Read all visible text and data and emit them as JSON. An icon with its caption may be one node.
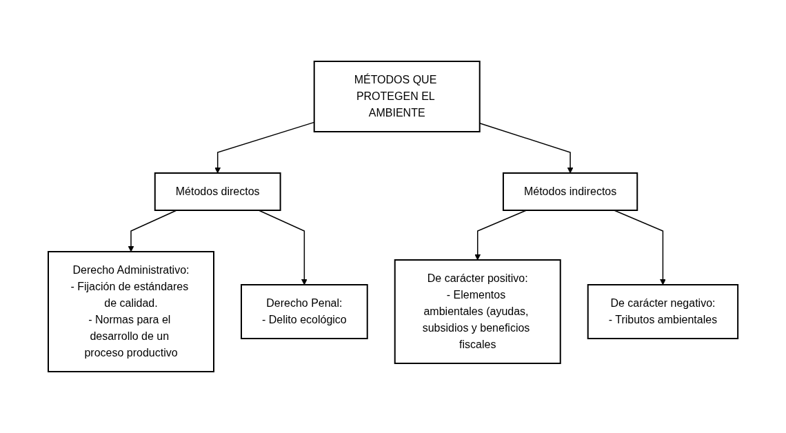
{
  "diagram": {
    "nodes": [
      {
        "text": [
          "MÉTODOS QUE PROTEGEN EL AMBIENTE"
        ]
      },
      {
        "text": [
          "Métodos directos"
        ]
      },
      {
        "text": [
          "Métodos indirectos"
        ]
      },
      {
        "text": [
          "Derecho Administrativo:",
          "- Fijación de estándares de calidad.",
          "- Normas para el desarrollo de un proceso productivo"
        ]
      },
      {
        "text": [
          "Derecho Penal:",
          "- Delito ecológico"
        ]
      },
      {
        "text": [
          "De carácter positivo:",
          "- Elementos ambientales (ayudas, subsidios y beneficios fiscales"
        ]
      },
      {
        "text": [
          "De carácter negativo:",
          "- Tributos ambientales"
        ]
      }
    ],
    "edges": [
      {
        "from": 0,
        "to": 1,
        "arrow": "to"
      },
      {
        "from": 0,
        "to": 2,
        "arrow": "to"
      },
      {
        "from": 1,
        "to": 3,
        "arrow": "to"
      },
      {
        "from": 1,
        "to": 4,
        "arrow": "to"
      },
      {
        "from": 2,
        "to": 5,
        "arrow": "to"
      },
      {
        "from": 2,
        "to": 6,
        "arrow": "to"
      }
    ]
  }
}
